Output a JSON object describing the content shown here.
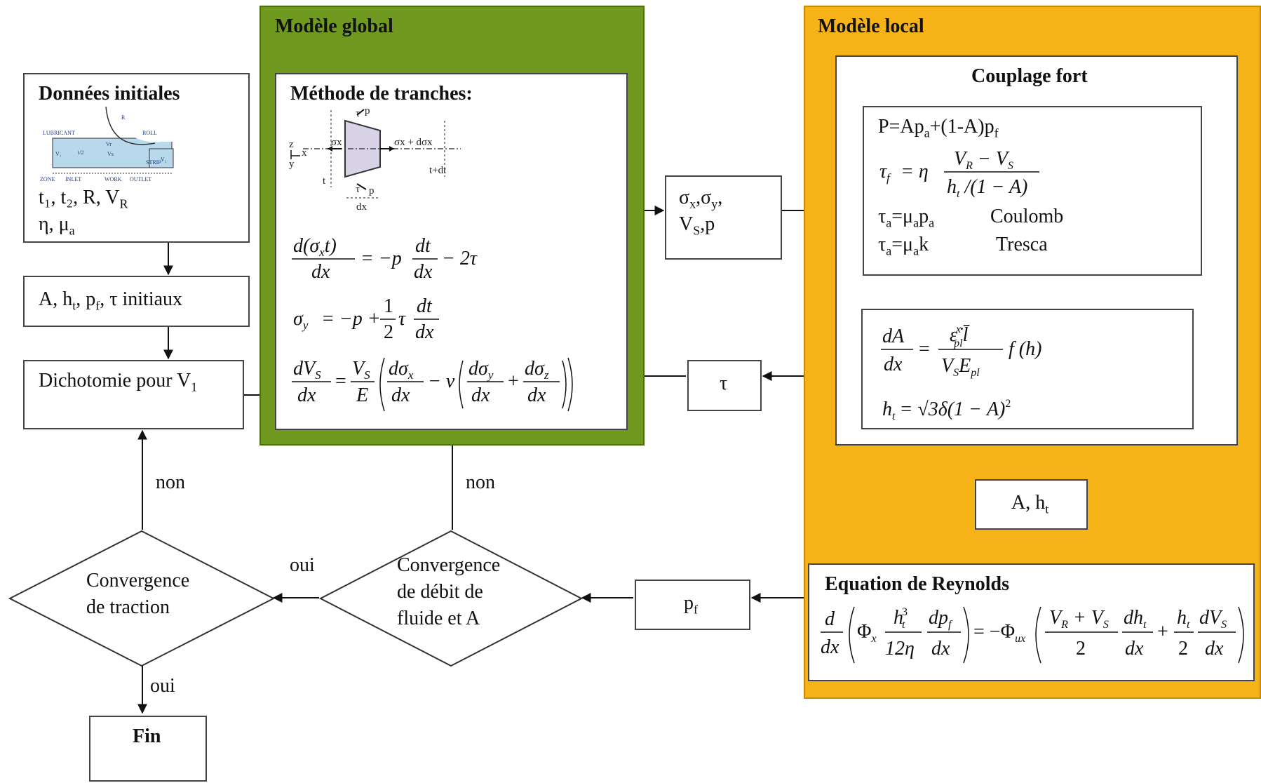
{
  "colors": {
    "global_green": "#6f9a1f",
    "local_orange": "#f6b318",
    "line": "#222222"
  },
  "global_model": {
    "title": "Modèle global",
    "slices": {
      "title": "Méthode de tranches:",
      "sketch": {
        "sigma_x": "σx",
        "sigma_x_dx": "σx + dσx",
        "tau": "τ",
        "p": "p",
        "t": "t",
        "t_dt": "t+dt",
        "dx": "dx",
        "z": "z",
        "x": "x",
        "y": "y"
      },
      "eq1": {
        "num": "d(σ",
        "num_sub": "x",
        "num_end": "t)",
        "den": "dx",
        "mid": "= −p",
        "num2": "dt",
        "den2": "dx",
        "end": "− 2τ"
      },
      "eq2": {
        "lhs": "σ",
        "lhs_sub": "y",
        "mid": "= −p +",
        "half_num": "1",
        "half_den": "2",
        "tau": "τ",
        "num": "dt",
        "den": "dx"
      },
      "eq3": {
        "num": "dV",
        "num_sub": "S",
        "den": "dx",
        "eq": "=",
        "f_num": "V",
        "f_num_sub": "S",
        "f_den": "E",
        "a_num": "dσ",
        "a_sub": "x",
        "a_den": "dx",
        "minus_nu": "− ν",
        "b_num": "dσ",
        "b_sub": "y",
        "b_den": "dx",
        "plus": "+",
        "c_num": "dσ",
        "c_sub": "z",
        "c_den": "dx"
      }
    }
  },
  "local_model": {
    "title": "Modèle local",
    "coupling": {
      "title": "Couplage fort",
      "eq_p": {
        "a": "P=Ap",
        "a_sub": "a",
        "b": "+(1-A)p",
        "b_sub": "f"
      },
      "eq_tau": {
        "lhs": "τ",
        "lhs_sub": "f",
        "eq": "= η",
        "num": "V",
        "num_sub1": "R",
        "num_mid": " − V",
        "num_sub2": "S",
        "den": "h",
        "den_sub": "t",
        "den_end": " /(1 − A)"
      },
      "coulomb": {
        "eq": "τ",
        "eq_sub": "a",
        "eq_mid": "=μ",
        "eq_sub2": "a",
        "eq_end": "p",
        "eq_sub3": "a",
        "label": "Coulomb"
      },
      "tresca": {
        "eq": "τ",
        "eq_sub": "a",
        "eq_mid": "=μ",
        "eq_sub2": "a",
        "eq_end": "k",
        "label": "Tresca"
      }
    },
    "evolution": {
      "lhs_num": "dA",
      "lhs_den": "dx",
      "eq": "=",
      "num": "ε̇",
      "num_sup": "x",
      "num_sub": "pl",
      "num_end": "l̄",
      "den": "V",
      "den_sub1": "S",
      "den_mid": "E",
      "den_sub2": "pl",
      "rhs": "f (h)",
      "ht": "h",
      "ht_sub": "t",
      "ht_eq": "= √3δ(1 − A)",
      "ht_sup": "2"
    },
    "a_ht": {
      "a": "A, h",
      "sub": "t"
    },
    "reynolds": {
      "title": "Equation de Reynolds",
      "d": "d",
      "dx": "dx",
      "phi_x": "Φ",
      "phi_x_sub": "x",
      "h3": "h",
      "h3_sup": "3",
      "h3_sub": "t",
      "twelve_eta": "12η",
      "dpf": "dp",
      "dpf_sub": "f",
      "eq": "= −Φ",
      "phi_ux_sub": "ux",
      "vr_vs": "V",
      "vr_sub": "R",
      "plus_v": " + V",
      "vs_sub": "S",
      "two": "2",
      "dht": "dh",
      "dht_sub": "t",
      "plus": "+",
      "ht": "h",
      "ht_sub": "t",
      "dvs": "dV",
      "dvs_sub": "S"
    }
  },
  "initial_data": {
    "title": "Données initiales",
    "sketch_labels": {
      "lubricant": "LUBRICANT",
      "roll": "ROLL",
      "strip": "STRIP",
      "zone": "ZONE",
      "inlet": "INLET",
      "work": "WORK",
      "outlet": "OUTLET",
      "r": "R",
      "v1": "V₁",
      "v2": "V₂",
      "vr": "Vr",
      "vs": "Vs",
      "t2": "t/2"
    },
    "line1": "t₁, t₂, R, V",
    "line1_sub": "R",
    "line2": "η, μ",
    "line2_sub": "a"
  },
  "init_box": {
    "a": "A, h",
    "s1": "t",
    "b": ", p",
    "s2": "f",
    "c": ", τ initiaux"
  },
  "dicho": {
    "a": "Dichotomie pour V",
    "sub": "1"
  },
  "transfer_box": {
    "a": "σ",
    "s1": "x",
    "b": ",σ",
    "s2": "y",
    "c": ",",
    "d": "V",
    "s3": "S",
    "e": ",p"
  },
  "tau_box": "τ",
  "pf_box": {
    "a": "p",
    "sub": "f"
  },
  "diamond_flow": {
    "l1": "Convergence",
    "l2": "de débit de",
    "l3": "fluide et A"
  },
  "diamond_traction": {
    "l1": "Convergence",
    "l2": "de traction"
  },
  "labels": {
    "non_left": "non",
    "non_mid": "non",
    "oui_mid": "oui",
    "oui_bottom": "oui"
  },
  "fin": "Fin"
}
